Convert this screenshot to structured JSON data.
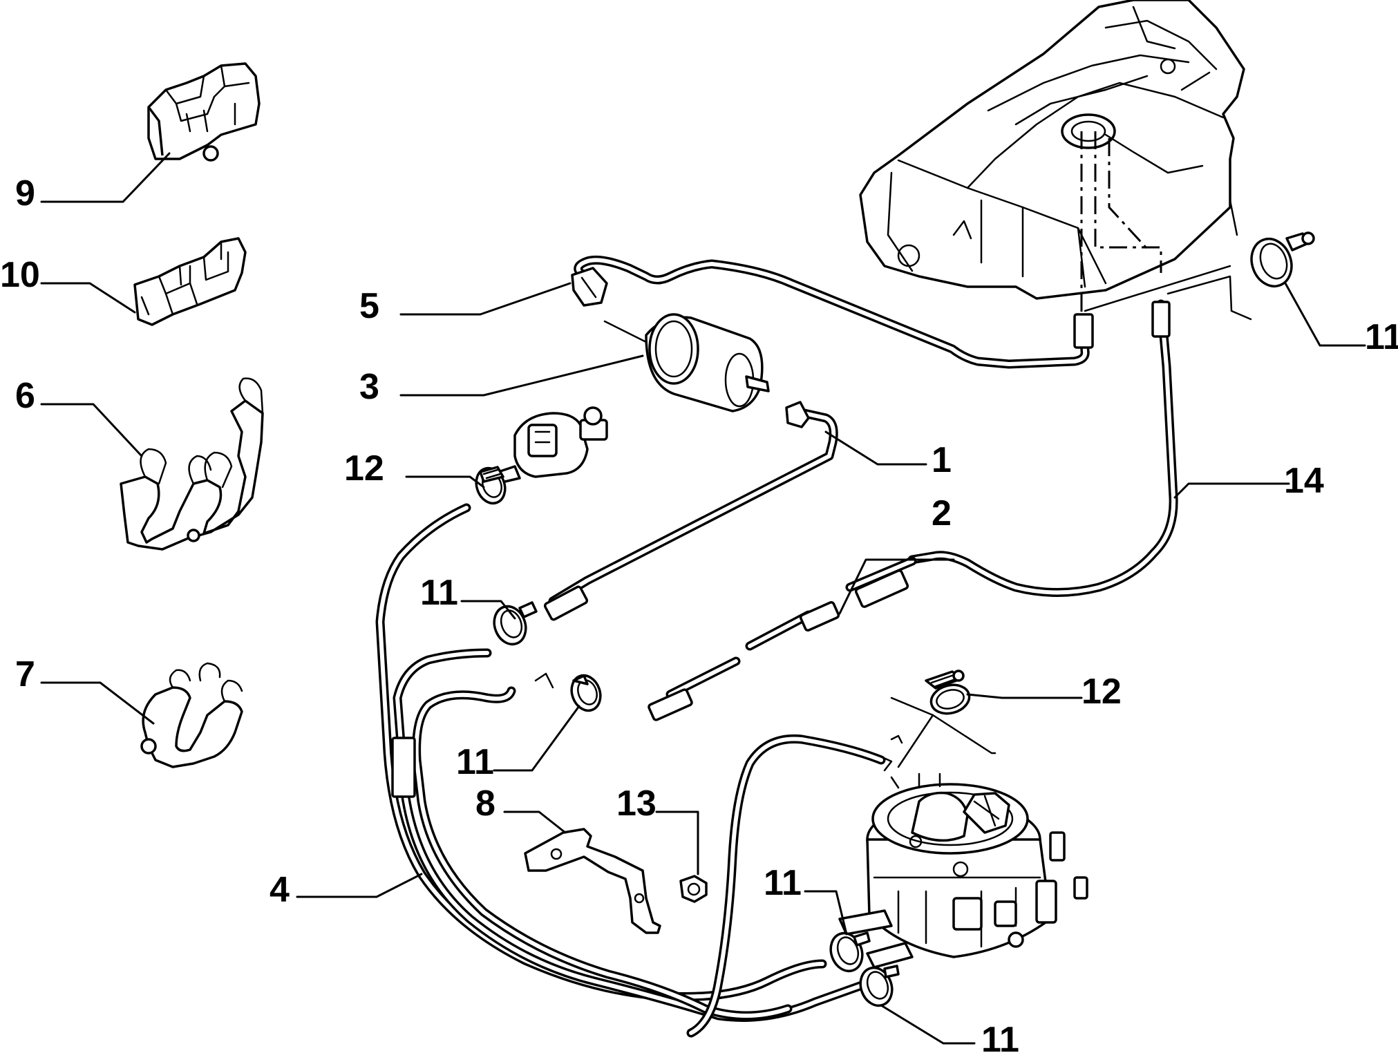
{
  "callouts": [
    {
      "id": "c1",
      "label": "1"
    },
    {
      "id": "c2",
      "label": "2"
    },
    {
      "id": "c3",
      "label": "3"
    },
    {
      "id": "c4",
      "label": "4"
    },
    {
      "id": "c5",
      "label": "5"
    },
    {
      "id": "c6",
      "label": "6"
    },
    {
      "id": "c7",
      "label": "7"
    },
    {
      "id": "c8",
      "label": "8"
    },
    {
      "id": "c9",
      "label": "9"
    },
    {
      "id": "c10",
      "label": "10"
    },
    {
      "id": "c11a",
      "label": "11"
    },
    {
      "id": "c11b",
      "label": "11"
    },
    {
      "id": "c11c",
      "label": "11"
    },
    {
      "id": "c11d",
      "label": "11"
    },
    {
      "id": "c11e",
      "label": "11"
    },
    {
      "id": "c12a",
      "label": "12"
    },
    {
      "id": "c12b",
      "label": "12"
    },
    {
      "id": "c13",
      "label": "13"
    },
    {
      "id": "c14",
      "label": "14"
    }
  ]
}
